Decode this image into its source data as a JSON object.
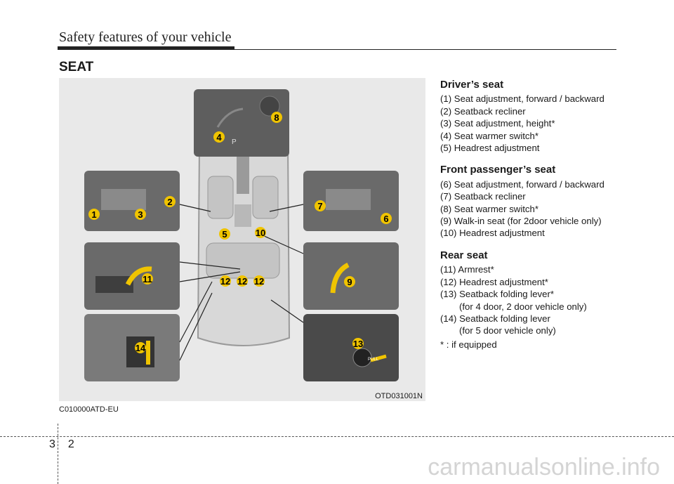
{
  "header": {
    "title": "Safety features of your vehicle"
  },
  "section": {
    "title": "SEAT"
  },
  "figure": {
    "code": "OTD031001N",
    "callouts": [
      "1",
      "2",
      "3",
      "4",
      "5",
      "6",
      "7",
      "8",
      "9",
      "10",
      "11",
      "12",
      "12",
      "12",
      "13",
      "14"
    ],
    "knob_text": "PULL",
    "gear_letter": "P"
  },
  "doc_code": "C010000ATD-EU",
  "groups": [
    {
      "title": "Driver’s seat",
      "items": [
        "(1) Seat adjustment, forward / backward",
        "(2) Seatback recliner",
        "(3) Seat adjustment, height*",
        "(4) Seat warmer switch*",
        "(5) Headrest adjustment"
      ]
    },
    {
      "title": "Front passenger’s seat",
      "items": [
        "(6) Seat adjustment, forward / backward",
        "(7) Seatback recliner",
        "(8) Seat warmer switch*",
        "(9) Walk-in seat (for 2door vehicle only)",
        "(10) Headrest adjustment"
      ]
    },
    {
      "title": "Rear seat",
      "items": [
        "(11) Armrest*",
        "(12) Headrest adjustment*",
        "(13) Seatback folding lever*",
        "(14) Seatback folding lever"
      ],
      "subs": [
        "(for 4 door, 2 door vehicle only)",
        "(for 5 door vehicle only)"
      ],
      "note": "* : if equipped"
    }
  ],
  "page": {
    "section": "3",
    "page": "2"
  },
  "watermark": "carmanualsonline.info"
}
